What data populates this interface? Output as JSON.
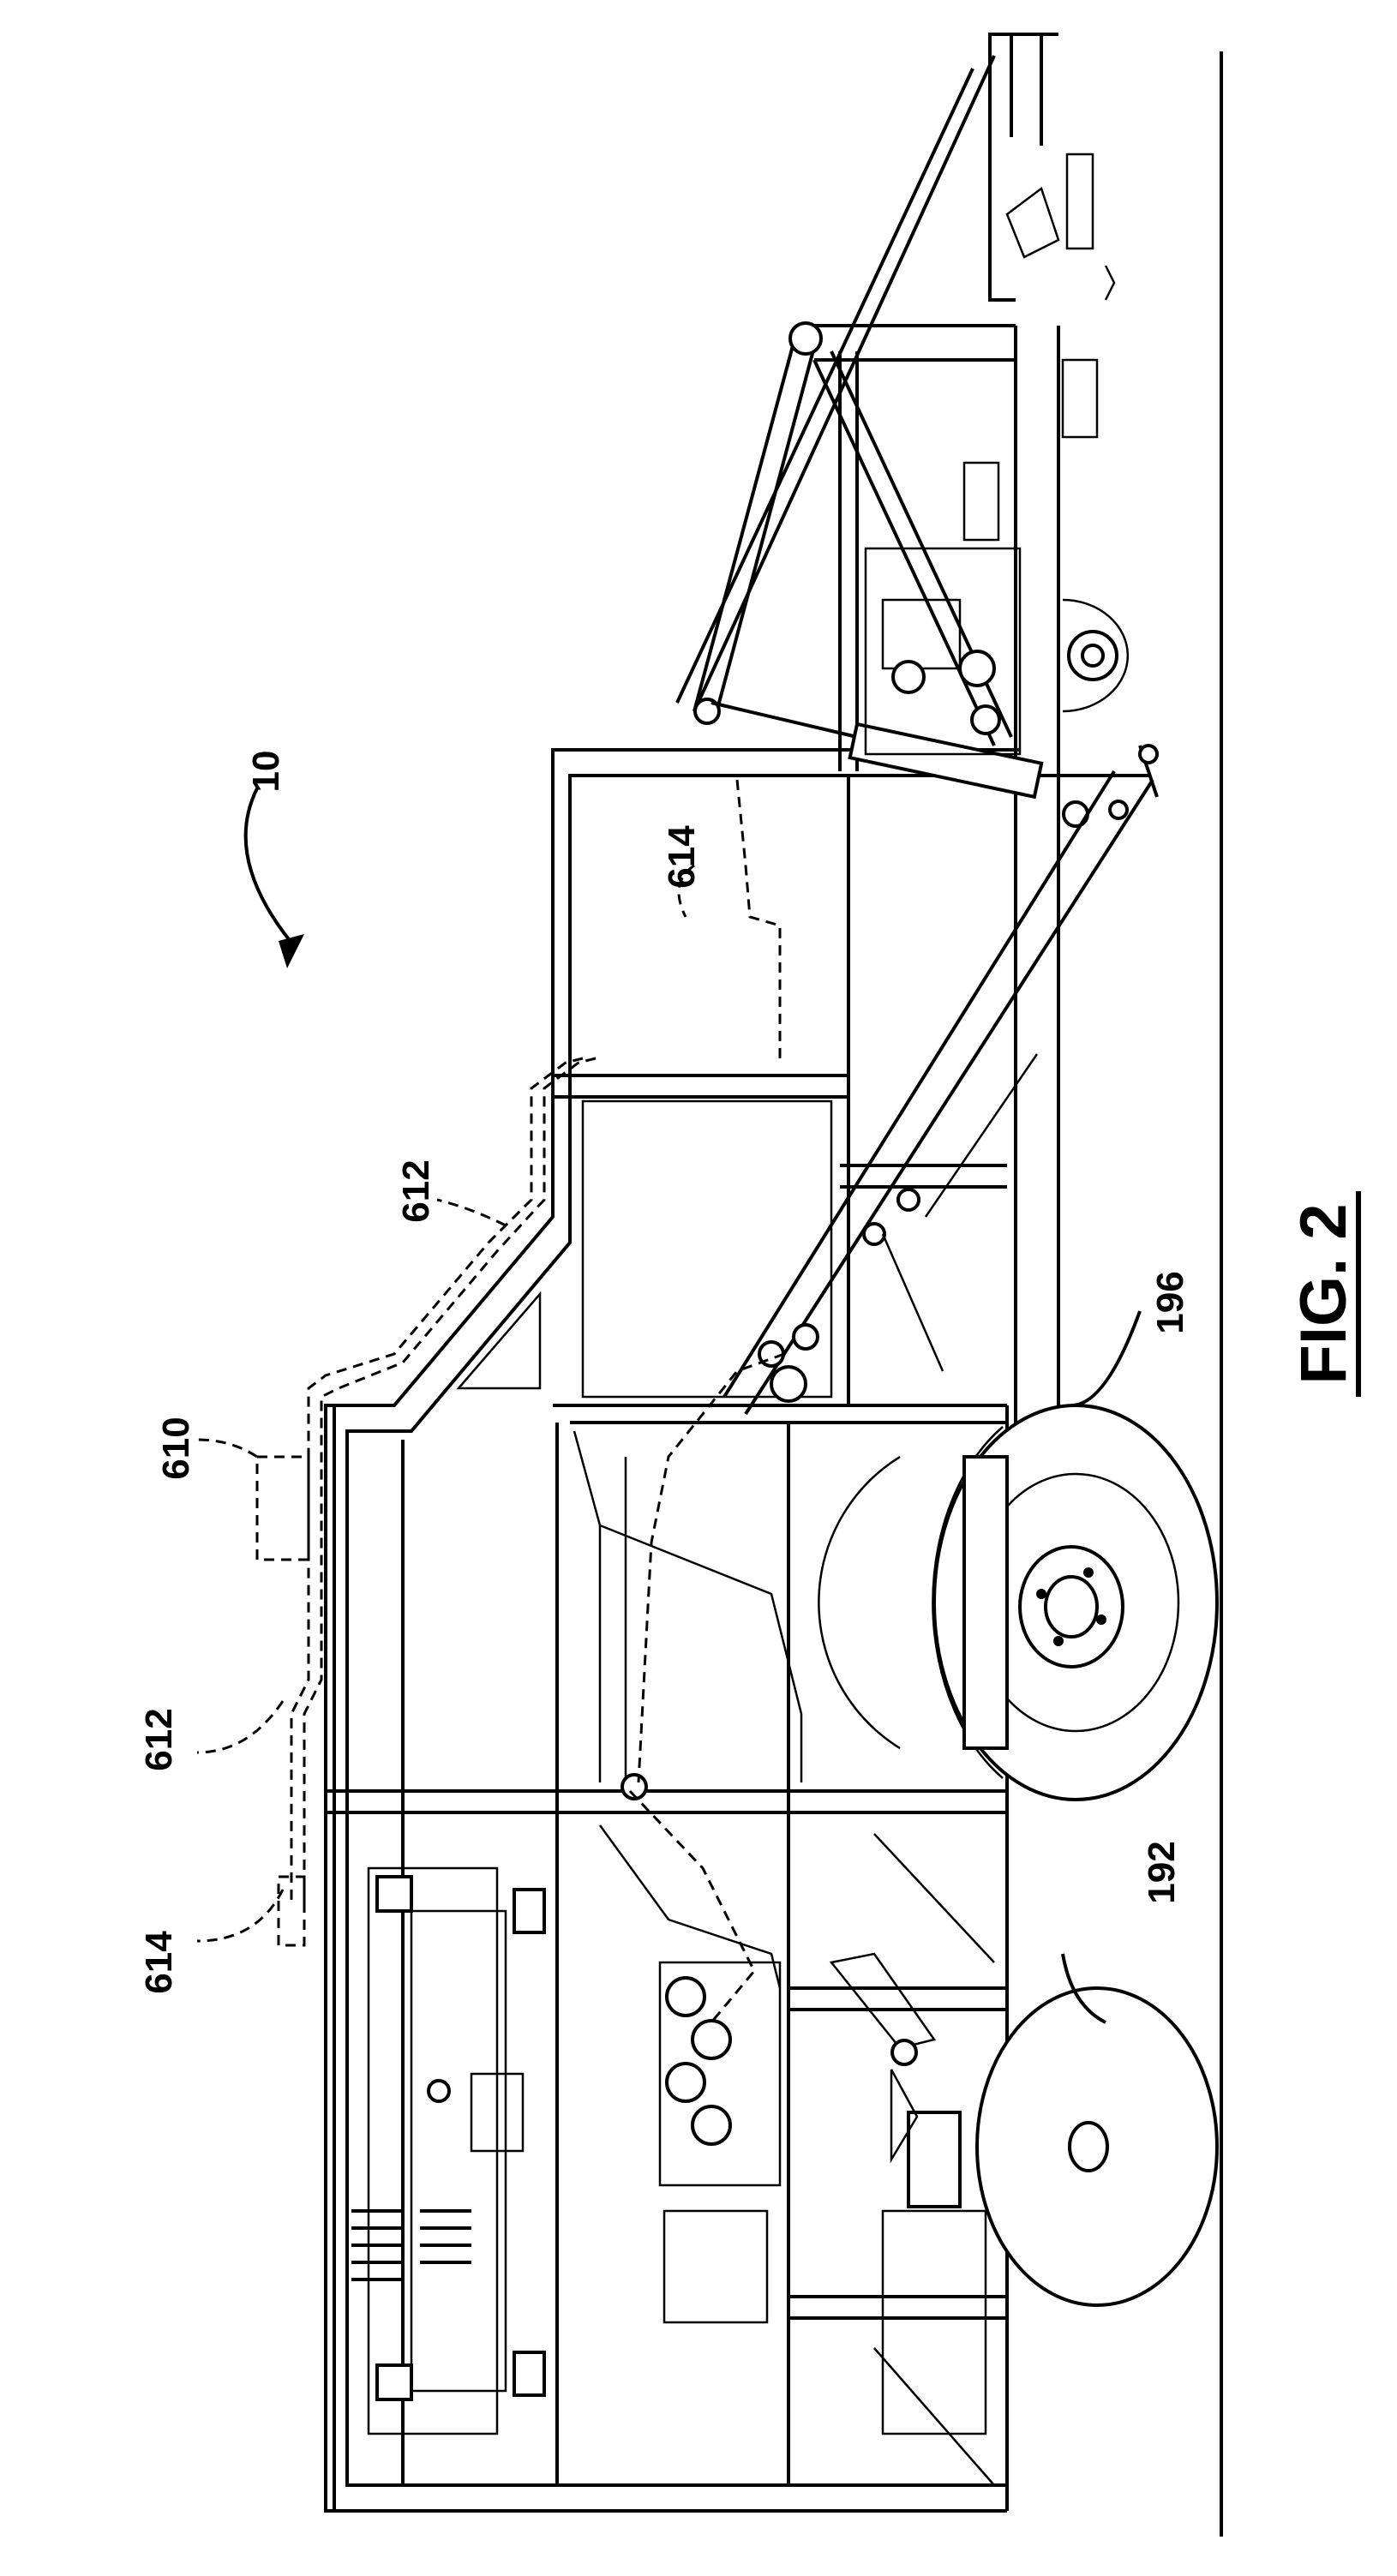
{
  "figure": {
    "caption": "FIG. 2",
    "ref_numerals": [
      "10",
      "614",
      "612",
      "610",
      "612",
      "614",
      "196",
      "192"
    ]
  }
}
